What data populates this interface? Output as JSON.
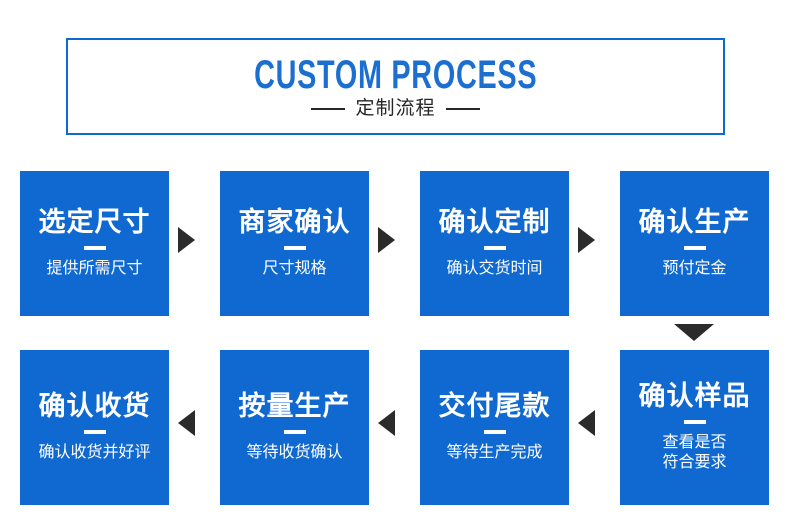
{
  "header": {
    "title_en": "CUSTOM PROCESS",
    "title_cn": "定制流程",
    "accent_color": "#1069D0",
    "rule_color": "#262626"
  },
  "theme": {
    "box_fill": "#1069D0",
    "box_text": "#FFFFFF",
    "arrow_color": "#2B2B2B",
    "page_bg": "#FFFFFF"
  },
  "flow": {
    "row1": [
      {
        "title": "选定尺寸",
        "subtitle": "提供所需尺寸"
      },
      {
        "title": "商家确认",
        "subtitle": "尺寸规格"
      },
      {
        "title": "确认定制",
        "subtitle": "确认交货时间"
      },
      {
        "title": "确认生产",
        "subtitle": "预付定金"
      }
    ],
    "row2": [
      {
        "title": "确认收货",
        "subtitle": "确认收货并好评"
      },
      {
        "title": "按量生产",
        "subtitle": "等待收货确认"
      },
      {
        "title": "交付尾款",
        "subtitle": "等待生产完成"
      },
      {
        "title": "确认样品",
        "subtitle": "查看是否\n符合要求"
      }
    ]
  },
  "arrows": {
    "row1_direction": "right",
    "row2_direction": "left",
    "connector_direction": "down"
  }
}
